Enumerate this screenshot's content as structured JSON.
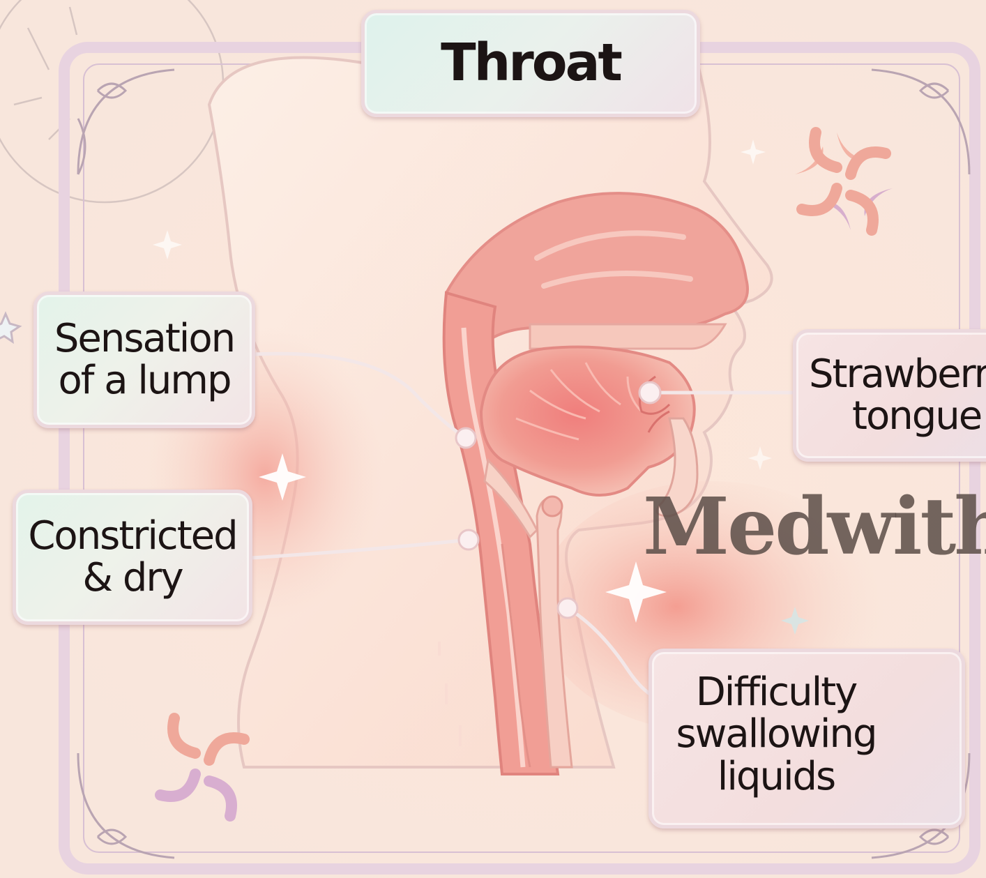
{
  "title": "Throat",
  "labels": {
    "lump": {
      "line1": "Sensation",
      "line2": "of a lump"
    },
    "dry": {
      "line1": "Constricted",
      "line2": "& dry"
    },
    "strawberry": {
      "line1": "Strawberr",
      "line2": "tongue"
    },
    "swallowing": {
      "line1": "Difficulty",
      "line2": "swallowing",
      "line3": "liquids"
    }
  },
  "watermark": "Medwith",
  "icons": [
    "sparkle-icon",
    "anger-symbol-icon",
    "water-drop-icon",
    "water-glass-icon",
    "ornament-corner-icon"
  ],
  "colors": {
    "background": "#fbeee3",
    "tissue": "#f0a098",
    "tissue_light": "#f6c8bc",
    "outline": "#e6c0c4",
    "leader": "#f4eaea",
    "title_box": "#e3f1ec"
  }
}
